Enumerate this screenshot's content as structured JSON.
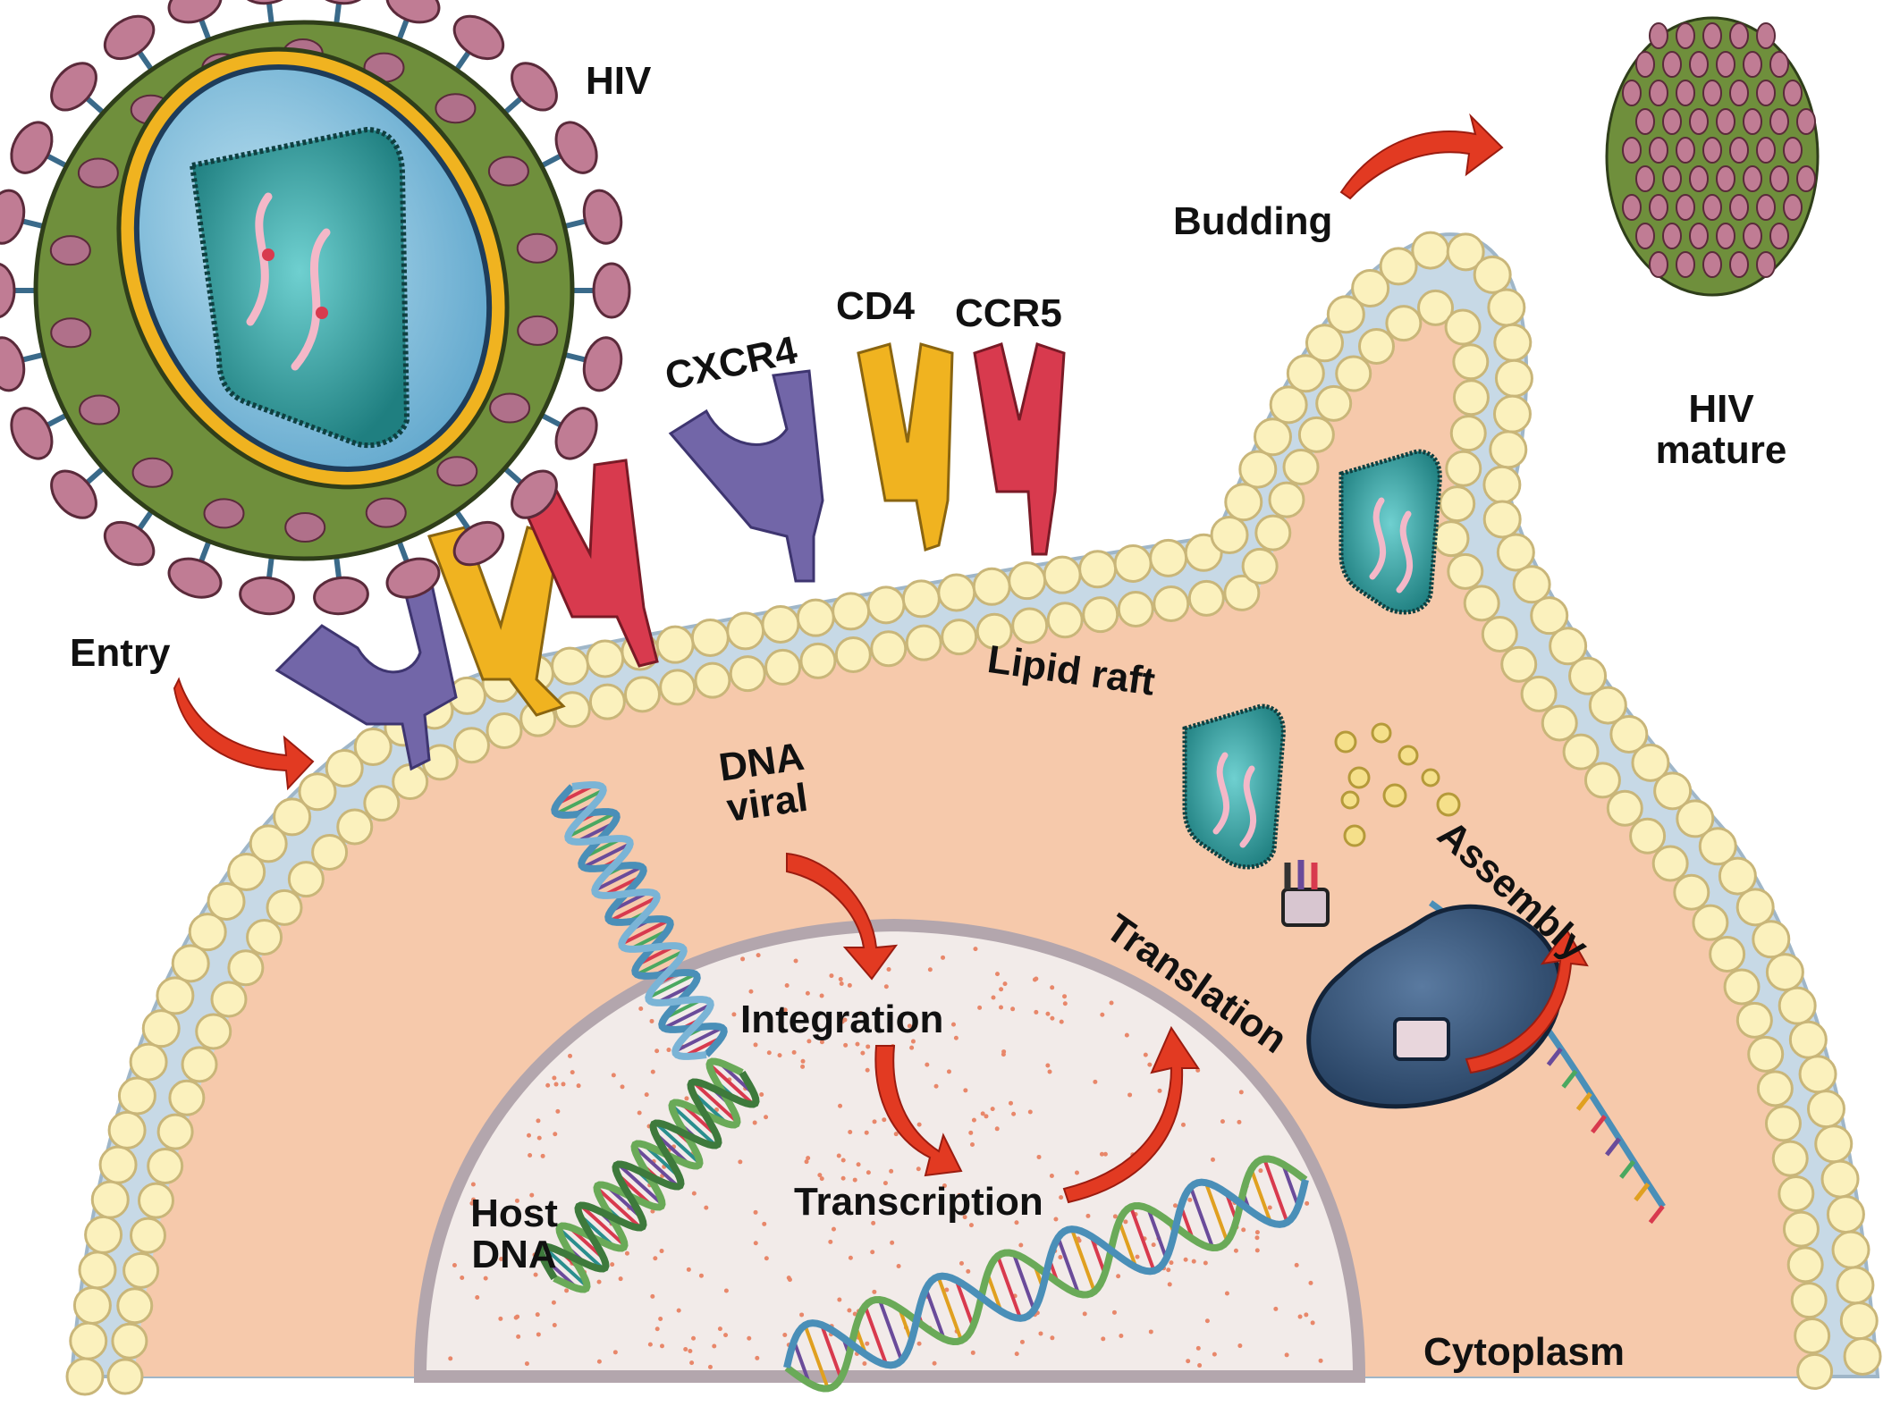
{
  "labels": {
    "hiv": "HIV",
    "budding": "Budding",
    "hiv_mature_line1": "HIV",
    "hiv_mature_line2": "mature",
    "cxcr4": "CXCR4",
    "cd4": "CD4",
    "ccr5": "CCR5",
    "entry": "Entry",
    "lipid_raft": "Lipid raft",
    "dna_viral_line1": "DNA",
    "dna_viral_line2": "viral",
    "assembly": "Assembly",
    "translation": "Translation",
    "integration": "Integration",
    "transcription": "Transcription",
    "host_dna_line1": "Host",
    "host_dna_line2": "DNA",
    "cytoplasm": "Cytoplasm"
  },
  "colors": {
    "cytoplasm": "#f6c9ab",
    "membrane_head": "#fbf1bd",
    "membrane_head_stroke": "#c9b679",
    "membrane_tail": "#c7d9e6",
    "nucleus": "#f2ebe9",
    "nucleus_envelope": "#b3a6ad",
    "virus_envelope": "#6f8f3c",
    "virus_spike": "#c07c94",
    "capsid": "#2a8e8e",
    "receptor_cxcr4": "#7266a8",
    "receptor_cd4": "#f0b320",
    "receptor_ccr5": "#d83a4e",
    "arrow": "#e23a22"
  }
}
